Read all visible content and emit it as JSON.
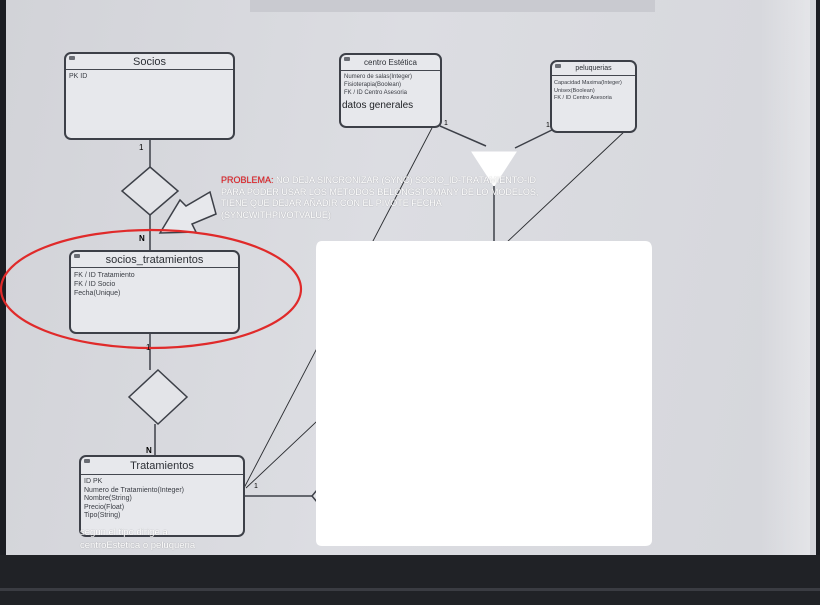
{
  "entities": {
    "socios": {
      "title": "Socios",
      "attrs": [
        "PK ID"
      ]
    },
    "centro": {
      "title": "centro Estética",
      "attrs": [
        "Numero de salas(Integer)",
        "Fisioterapia(Boolean)",
        "FK / ID Centro Asesoria"
      ]
    },
    "peluquerias": {
      "title": "peluquerias",
      "attrs": [
        "Capacidad Maxima(Integer)",
        "Unisex(Boolean)",
        "FK / ID Centro Asesoria"
      ]
    },
    "socios_tratamientos": {
      "title": "socios_tratamientos",
      "attrs": [
        "FK / ID Tratamiento",
        "FK / ID Socio",
        "Fecha(Unique)"
      ]
    },
    "tratamientos": {
      "title": "Tratamientos",
      "attrs": [
        "ID PK",
        "Numero de Tratamiento(Integer)",
        "Nombre(String)",
        "Precio(Float)",
        "Tipo(String)"
      ]
    }
  },
  "cardinalities": {
    "socios_one": "1",
    "st_n": "N",
    "st_one": "1",
    "trat_n": "N",
    "trat_one": "1",
    "centro_one": "1",
    "pelu_one": "1"
  },
  "annotations": {
    "datos_generales": "datos generales",
    "problema_label": "PROBLEMA:",
    "problema_lines": [
      "NO DEJA SINCRONIZAR (SYNC) SOCIO_ID-TRATAMIENTO-ID",
      "PARA PODER USAR LOS METODOS BELONGSTOMANY DE LO MODELOS,",
      "TIENE QUE DEJAR AÑADIR CON EL PIVOTE FECHA",
      "(SYNCWITHPIVOTVALUE)"
    ],
    "tipo_note": [
      "segun el tipo dirige a",
      "centroEstetica o peluqueria"
    ]
  },
  "colors": {
    "problema": "#e8171c",
    "annotation_text": "#ffffff",
    "ellipse": "#e02a2a",
    "screen": "#d9dadf",
    "bezel": "#1b1d22"
  }
}
